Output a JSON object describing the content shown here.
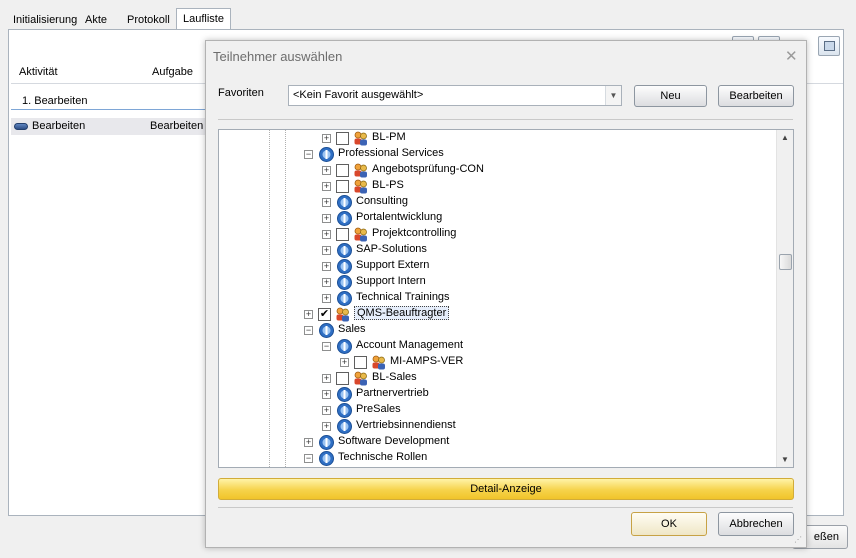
{
  "tabs": [
    {
      "label": "Initialisierung"
    },
    {
      "label": "Akte"
    },
    {
      "label": "Protokoll"
    },
    {
      "label": "Laufliste"
    }
  ],
  "background": {
    "columns": {
      "activity": "Aktivität",
      "task": "Aufgabe"
    },
    "group_label": "1. Bearbeiten",
    "row": {
      "activity": "Bearbeiten",
      "task": "Bearbeiten"
    },
    "close_button_partial": "eßen"
  },
  "dialog": {
    "title": "Teilnehmer auswählen",
    "close_glyph": "✕",
    "favorites_label": "Favoriten",
    "favorites_value": "<Kein Favorit ausgewählt>",
    "new_button": "Neu",
    "edit_button": "Bearbeiten",
    "detail_button": "Detail-Anzeige",
    "ok_button": "OK",
    "cancel_button": "Abbrechen"
  },
  "tree": [
    {
      "label": "BL-PM",
      "type": "group",
      "expander": "+",
      "checkbox": true,
      "checked": false
    },
    {
      "label": "Professional Services",
      "type": "org",
      "expander": "−",
      "checkbox": false
    },
    {
      "label": "Angebotsprüfung-CON",
      "type": "group",
      "expander": "+",
      "checkbox": true,
      "checked": false
    },
    {
      "label": "BL-PS",
      "type": "group",
      "expander": "+",
      "checkbox": true,
      "checked": false
    },
    {
      "label": "Consulting",
      "type": "org",
      "expander": "+",
      "checkbox": false
    },
    {
      "label": "Portalentwicklung",
      "type": "org",
      "expander": "+",
      "checkbox": false
    },
    {
      "label": "Projektcontrolling",
      "type": "group",
      "expander": "+",
      "checkbox": true,
      "checked": false
    },
    {
      "label": "SAP-Solutions",
      "type": "org",
      "expander": "+",
      "checkbox": false
    },
    {
      "label": "Support Extern",
      "type": "org",
      "expander": "+",
      "checkbox": false
    },
    {
      "label": "Support Intern",
      "type": "org",
      "expander": "+",
      "checkbox": false
    },
    {
      "label": "Technical Trainings",
      "type": "org",
      "expander": "+",
      "checkbox": false
    },
    {
      "label": "QMS-Beauftragter",
      "type": "group",
      "expander": "+",
      "checkbox": true,
      "checked": true,
      "selected": true
    },
    {
      "label": "Sales",
      "type": "org",
      "expander": "−",
      "checkbox": false
    },
    {
      "label": "Account Management",
      "type": "org",
      "expander": "−",
      "checkbox": false
    },
    {
      "label": "MI-AMPS-VER",
      "type": "group",
      "expander": "+",
      "checkbox": true,
      "checked": false
    },
    {
      "label": "BL-Sales",
      "type": "group",
      "expander": "+",
      "checkbox": true,
      "checked": false
    },
    {
      "label": "Partnervertrieb",
      "type": "org",
      "expander": "+",
      "checkbox": false
    },
    {
      "label": "PreSales",
      "type": "org",
      "expander": "+",
      "checkbox": false
    },
    {
      "label": "Vertriebsinnendienst",
      "type": "org",
      "expander": "+",
      "checkbox": false
    },
    {
      "label": "Software Development",
      "type": "org",
      "expander": "+",
      "checkbox": false
    },
    {
      "label": "Technische Rollen",
      "type": "org",
      "expander": "−",
      "checkbox": false
    }
  ],
  "colors": {
    "accent_bar": "#f6d34b",
    "selection": "#e6eefb",
    "org_icon": "#2f6fc4"
  }
}
